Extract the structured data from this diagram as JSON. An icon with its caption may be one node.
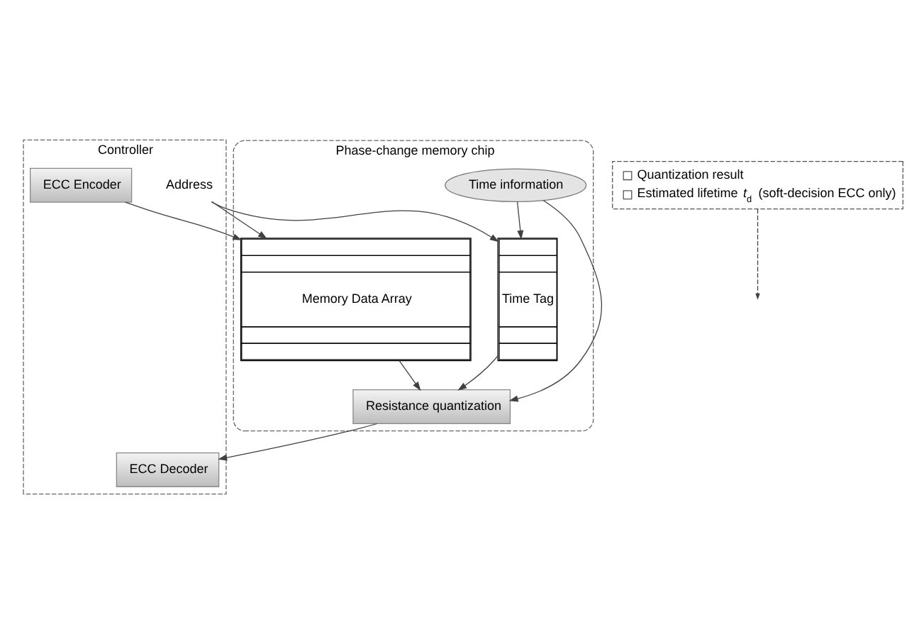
{
  "diagram": {
    "nodes": [
      {
        "text": [
          "Phase-change memory chip"
        ]
      },
      {
        "text": [
          "Time Tag"
        ],
        "in": 0
      },
      {
        "text": [
          "Memory Data Array"
        ],
        "in": 0
      },
      {
        "text": [
          "Time information"
        ],
        "in": 0
      },
      {
        "text": [
          "Resistance quantization"
        ],
        "in": 0
      },
      {
        "text": [
          "Controller"
        ]
      },
      {
        "text": [
          "Address"
        ],
        "in": 5
      },
      {
        "text": [
          "ECC Encoder"
        ],
        "in": 5
      },
      {
        "text": [
          "ECC Decoder"
        ],
        "in": 5
      },
      {
        "text": [
          "Quantization result",
          "Estimated lifetime *t*$_{d}$ (soft-decision ECC only)"
        ]
      }
    ],
    "edges": [
      {
        "from": 6,
        "to": 1,
        "arrow": "to"
      },
      {
        "from": 6,
        "to": 2,
        "arrow": "to"
      },
      {
        "from": 7,
        "to": 2,
        "arrow": "to"
      },
      {
        "from": 3,
        "to": 1,
        "arrow": "to"
      },
      {
        "from": 1,
        "to": 4,
        "arrow": "to"
      },
      {
        "from": 2,
        "to": 4,
        "arrow": "to"
      },
      {
        "from": 3,
        "to": 4,
        "arrow": "to"
      },
      {
        "from": 4,
        "to": 8,
        "arrow": "to"
      },
      {
        "from": 9,
        "to": null,
        "arrow": "to",
        "style": "dashed"
      }
    ]
  }
}
